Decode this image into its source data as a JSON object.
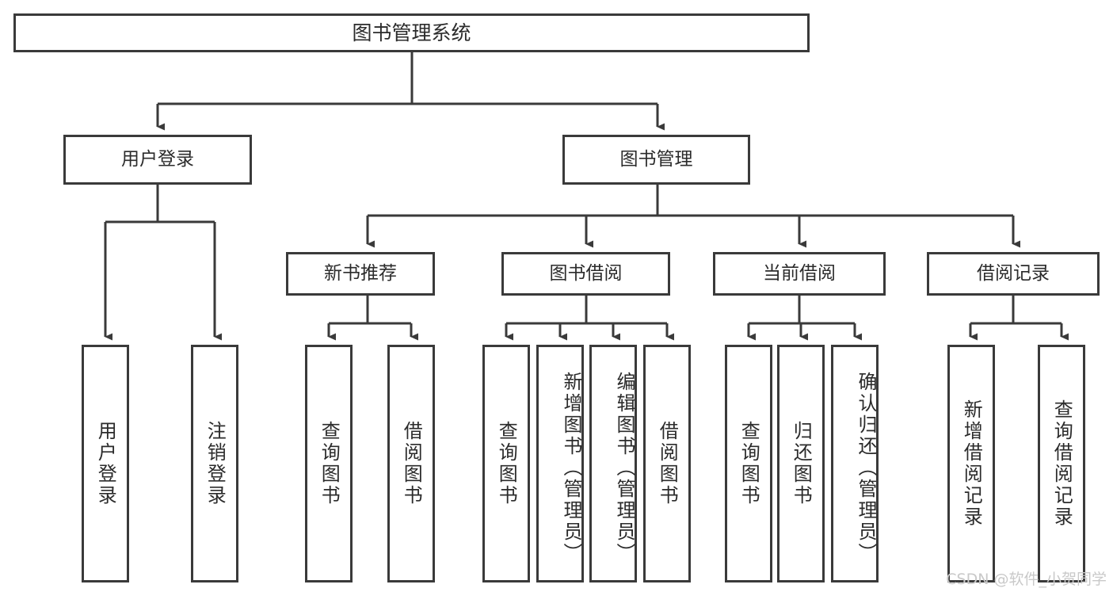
{
  "diagram": {
    "title": "图书管理系统",
    "type": "hierarchy-tree",
    "root": {
      "label": "图书管理系统"
    },
    "level2": [
      {
        "label": "用户登录"
      },
      {
        "label": "图书管理"
      }
    ],
    "level3": [
      {
        "label": "新书推荐"
      },
      {
        "label": "图书借阅"
      },
      {
        "label": "当前借阅"
      },
      {
        "label": "借阅记录"
      }
    ],
    "leaves": {
      "user_login": [
        {
          "label": "用户登录"
        },
        {
          "label": "注销登录"
        }
      ],
      "new_book_recommend": [
        {
          "label": "查询图书"
        },
        {
          "label": "借阅图书"
        }
      ],
      "book_borrow": [
        {
          "label": "查询图书"
        },
        {
          "label": "新增图书（管理员）"
        },
        {
          "label": "编辑图书（管理员）"
        },
        {
          "label": "借阅图书"
        }
      ],
      "current_borrow": [
        {
          "label": "查询图书"
        },
        {
          "label": "归还图书"
        },
        {
          "label": "确认归还（管理员）"
        }
      ],
      "borrow_record": [
        {
          "label": "新增借阅记录"
        },
        {
          "label": "查询借阅记录"
        }
      ]
    }
  },
  "watermark": {
    "text": "CSDN @软件_小贺同学"
  },
  "colors": {
    "border": "#3a3a3a",
    "text": "#2b2b2b",
    "background": "#ffffff",
    "watermark": "#c9c9c9"
  }
}
